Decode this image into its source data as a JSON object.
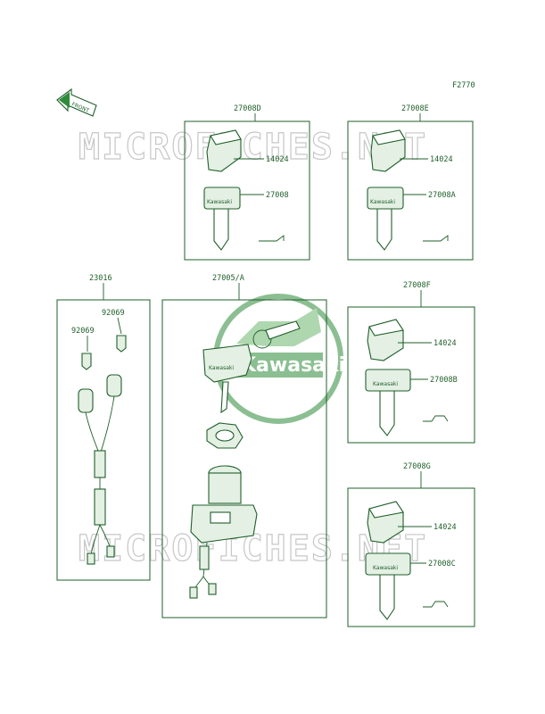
{
  "figure_code": "F2770",
  "front_label": "FRONT",
  "watermark": "MICROFICHES.NET",
  "brand": "Kawasaki",
  "key_imprint": "Kawasaki",
  "groups": [
    {
      "ref": "27008D",
      "parts": [
        "14024",
        "27008"
      ]
    },
    {
      "ref": "27008E",
      "parts": [
        "14024",
        "27008A"
      ]
    },
    {
      "ref": "27008F",
      "parts": [
        "14024",
        "27008B"
      ]
    },
    {
      "ref": "27008G",
      "parts": [
        "14024",
        "27008C"
      ]
    }
  ],
  "switch_group": {
    "ref": "27005/A"
  },
  "harness_group": {
    "ref": "23016",
    "parts": [
      "92069",
      "92069"
    ]
  },
  "colors": {
    "line": "#1f5f2a",
    "fill": "#e4f0e4",
    "brand_green": "#2e8b3a",
    "watermark": "#c7c7c7"
  }
}
